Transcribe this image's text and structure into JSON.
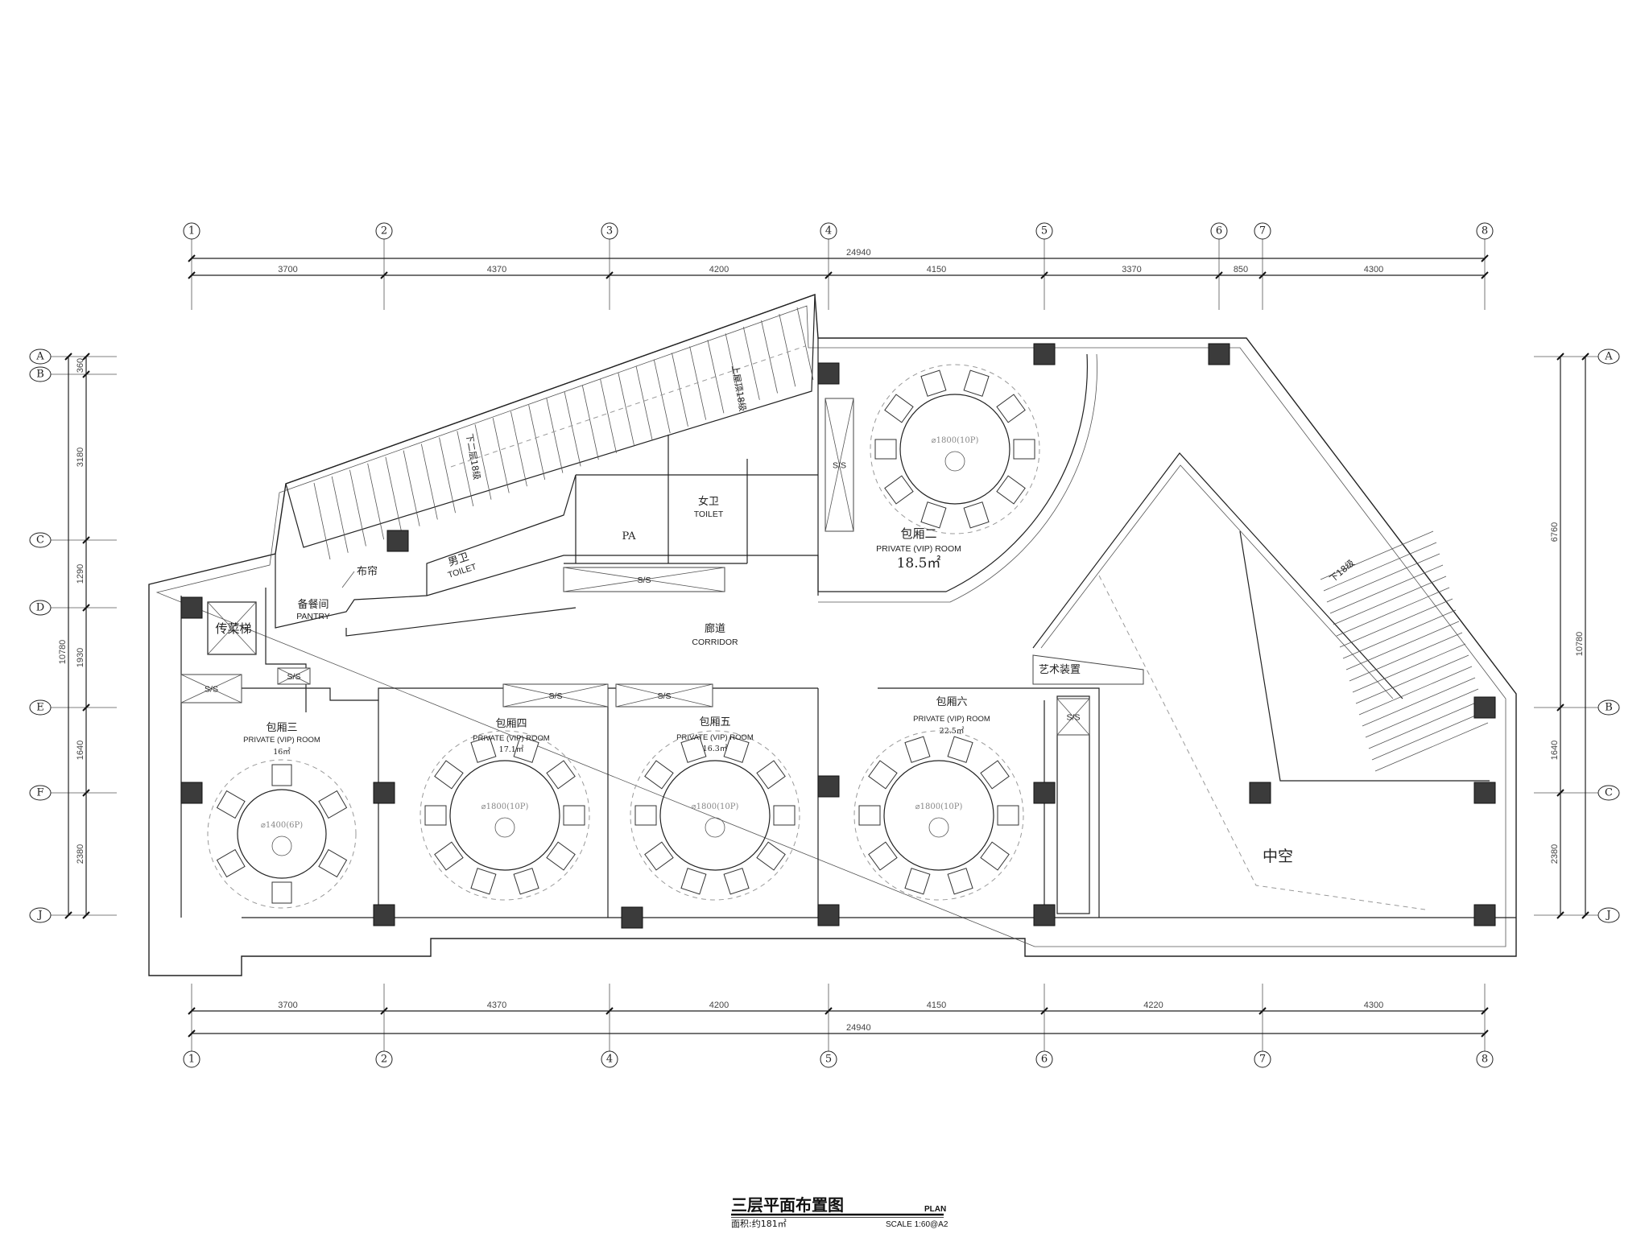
{
  "grid": {
    "top_axes": [
      "1",
      "2",
      "3",
      "4",
      "5",
      "6",
      "7",
      "8"
    ],
    "top_dims": [
      "3700",
      "4370",
      "4200",
      "4150",
      "3370",
      "850",
      "4300"
    ],
    "top_total": "24940",
    "bottom_axes": [
      "1",
      "2",
      "4",
      "5",
      "6",
      "7",
      "8"
    ],
    "bottom_dims": [
      "3700",
      "4370",
      "4200",
      "4150",
      "4220",
      "4300"
    ],
    "bottom_total": "24940",
    "left_axes": [
      "A",
      "B",
      "C",
      "D",
      "E",
      "F",
      "J"
    ],
    "left_dims": [
      "360",
      "3180",
      "1290",
      "1930",
      "1640",
      "2380"
    ],
    "left_total": "10780",
    "right_axes": [
      "A",
      "B",
      "C",
      "J"
    ],
    "right_dims": [
      "6760",
      "1640",
      "2380"
    ],
    "right_total": "10780"
  },
  "rooms": {
    "vip2": {
      "cn": "包厢二",
      "en": "PRIVATE (VIP) ROOM",
      "area": "18.5㎡",
      "table": "⌀1800(10P)"
    },
    "vip3": {
      "cn": "包厢三",
      "en": "PRIVATE (VIP) ROOM",
      "area": "16㎡",
      "table": "⌀1400(6P)"
    },
    "vip4": {
      "cn": "包厢四",
      "en": "PRIVATE (VIP) ROOM",
      "area": "17.1㎡",
      "table": "⌀1800(10P)"
    },
    "vip5": {
      "cn": "包厢五",
      "en": "PRIVATE (VIP) ROOM",
      "area": "16.3㎡",
      "table": "⌀1800(10P)"
    },
    "vip6": {
      "cn": "包厢六",
      "en": "PRIVATE (VIP) ROOM",
      "area": "22.5㎡",
      "table": "⌀1800(10P)"
    },
    "corridor": {
      "cn": "廊道",
      "en": "CORRIDOR"
    },
    "pantry": {
      "cn": "备餐间",
      "en": "PANTRY"
    },
    "curtain": "布帘",
    "men_toilet": {
      "cn": "男卫",
      "en": "TOILET"
    },
    "women_toilet": {
      "cn": "女卫",
      "en": "TOILET"
    },
    "pa": "PA",
    "dumbwaiter": "传菜梯",
    "storage": "S/S",
    "art": "艺术装置",
    "void": "中空",
    "stair_up": "上屋顶18级",
    "stair_down_left": "下二层18级",
    "stair_down_right": "下18级"
  },
  "title": {
    "cn": "三层平面布置图",
    "en": "PLAN",
    "area": "面积:约181㎡",
    "scale": "SCALE 1:60@A2"
  }
}
